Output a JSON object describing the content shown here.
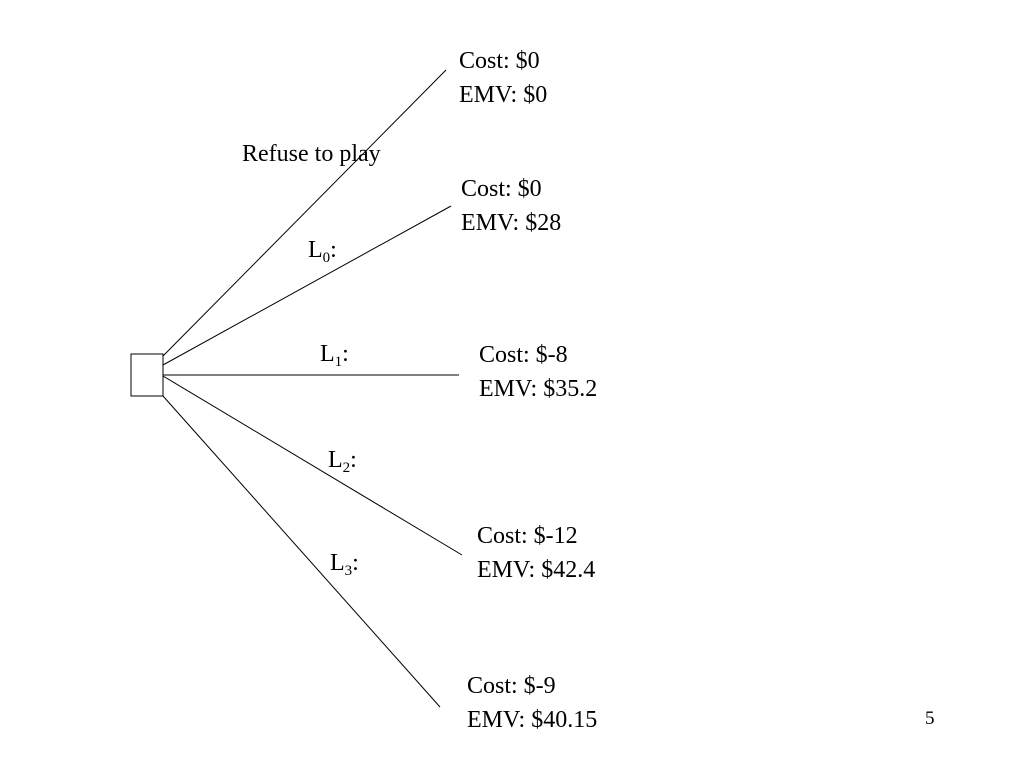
{
  "decision_node": {
    "shape": "square"
  },
  "branches": [
    {
      "id": "refuse",
      "label": "Refuse to play",
      "label_base": "",
      "label_sub": "",
      "label_suffix": "",
      "cost": "Cost: $0",
      "emv": "EMV: $0"
    },
    {
      "id": "l0",
      "label": "",
      "label_base": "L",
      "label_sub": "0",
      "label_suffix": ":",
      "cost": "Cost: $0",
      "emv": "EMV: $28"
    },
    {
      "id": "l1",
      "label": "",
      "label_base": "L",
      "label_sub": "1",
      "label_suffix": ":",
      "cost": "Cost: $-8",
      "emv": "EMV: $35.2"
    },
    {
      "id": "l2",
      "label": "",
      "label_base": "L",
      "label_sub": "2",
      "label_suffix": ":",
      "cost": "Cost: $-12",
      "emv": "EMV: $42.4"
    },
    {
      "id": "l3",
      "label": "",
      "label_base": "L",
      "label_sub": "3",
      "label_suffix": ":",
      "cost": "Cost: $-9",
      "emv": "EMV: $40.15"
    }
  ],
  "page_number": "5",
  "colors": {
    "line": "#000000",
    "background": "#ffffff"
  }
}
